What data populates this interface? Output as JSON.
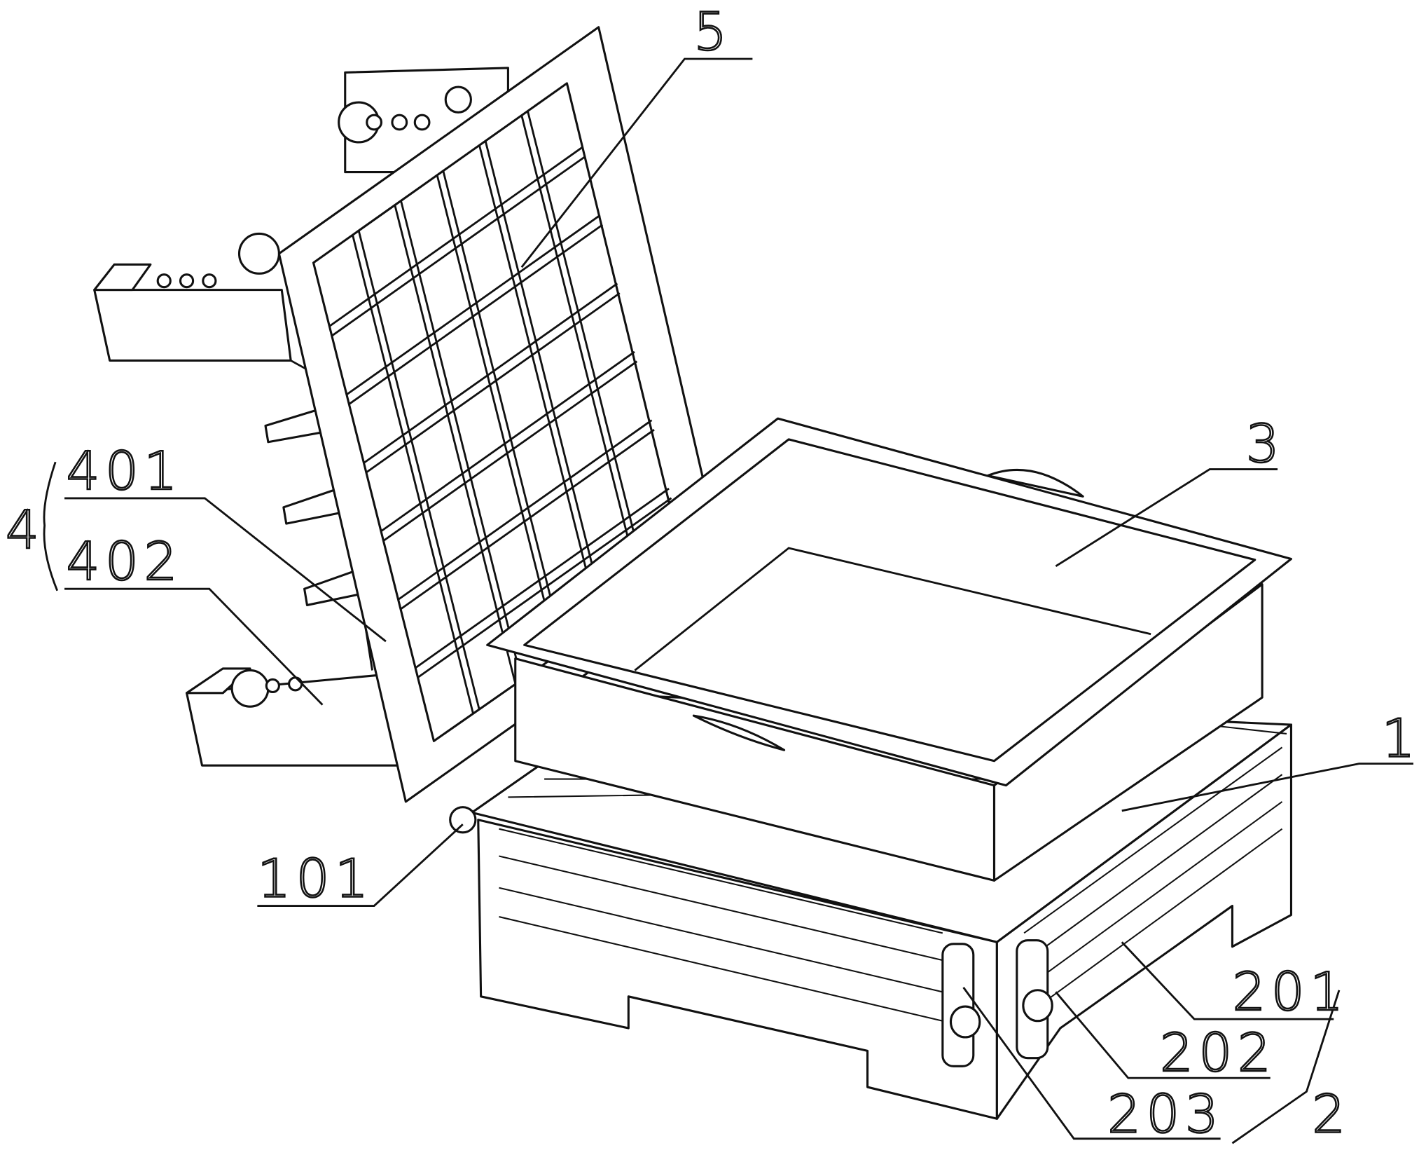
{
  "figure": {
    "labels": {
      "frame_grid": "5",
      "tray": "3",
      "base": "1",
      "hinge": "101",
      "group_4": "4",
      "panel": "401",
      "bracket": "402",
      "group_2": "2",
      "slot": "201",
      "pipe": "202",
      "nozzle": "203"
    }
  }
}
